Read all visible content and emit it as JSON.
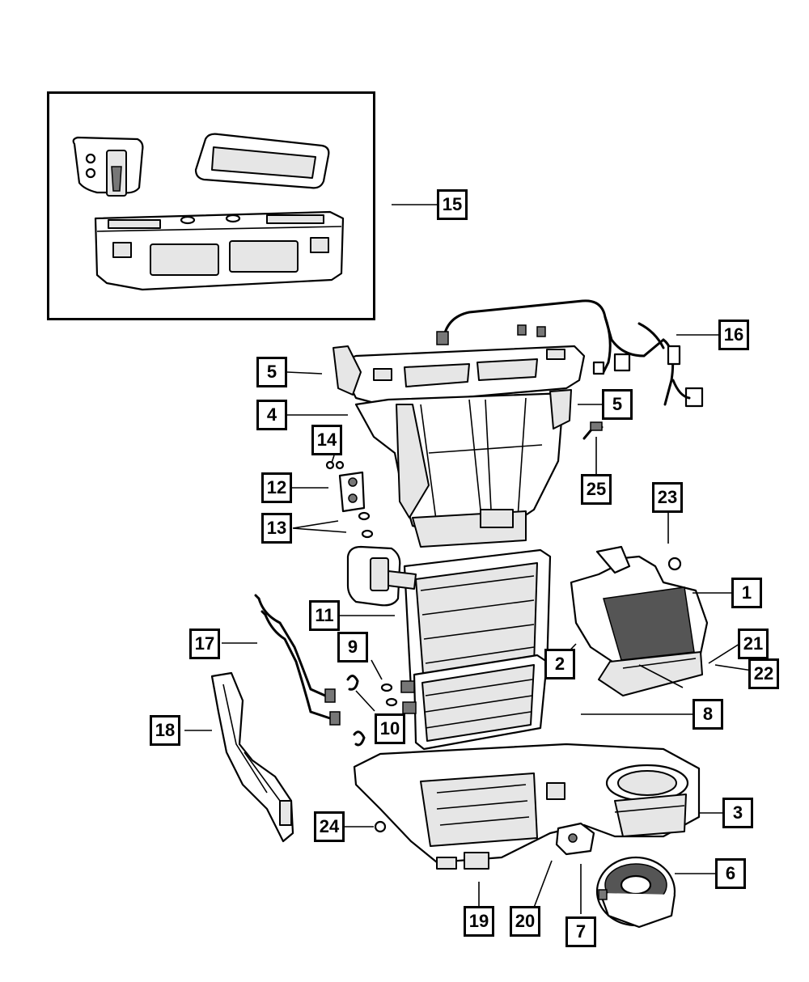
{
  "callouts": {
    "c1": "1",
    "c2": "2",
    "c3": "3",
    "c4": "4",
    "c5a": "5",
    "c5b": "5",
    "c6": "6",
    "c7": "7",
    "c8": "8",
    "c9": "9",
    "c10": "10",
    "c11": "11",
    "c12": "12",
    "c13": "13",
    "c14": "14",
    "c15": "15",
    "c16": "16",
    "c17": "17",
    "c18": "18",
    "c19": "19",
    "c20": "20",
    "c21": "21",
    "c22": "22",
    "c23": "23",
    "c24": "24",
    "c25": "25"
  },
  "colors": {
    "line": "#000000",
    "background": "#ffffff",
    "shade": "#e6e6e6",
    "mesh": "#555555"
  }
}
